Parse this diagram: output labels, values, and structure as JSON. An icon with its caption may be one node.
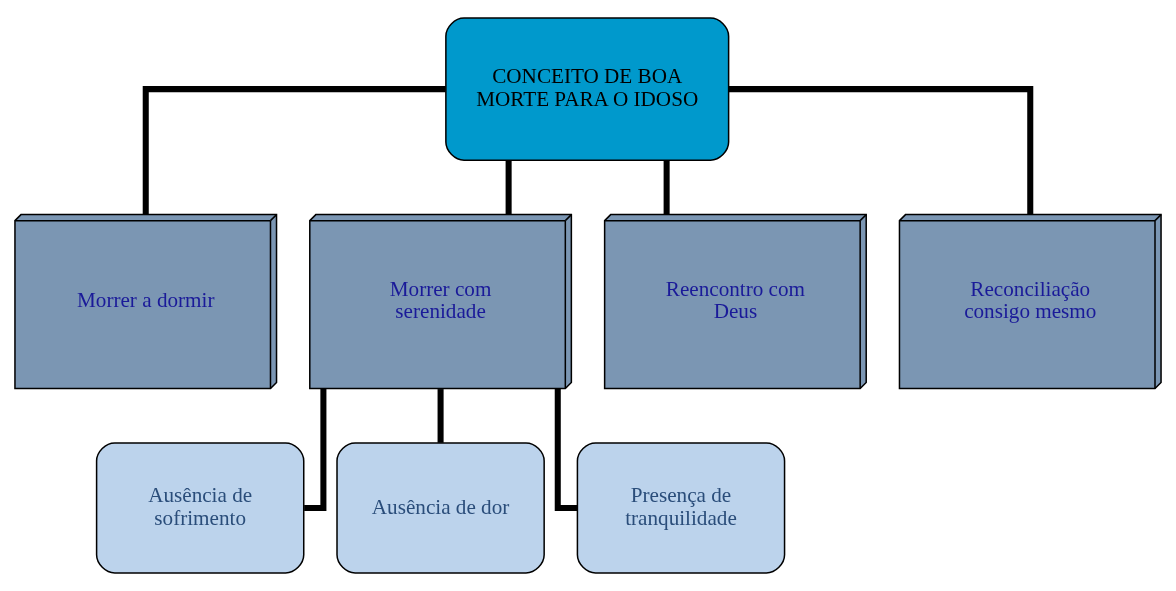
{
  "diagram": {
    "nodes": [
      {
        "text": [
          "CONCEITO DE BOA MORTE PARA O IDOSO"
        ]
      },
      {
        "text": [
          "Morrer a dormir"
        ]
      },
      {
        "text": [
          "Morrer com serenidade"
        ]
      },
      {
        "text": [
          "Reencontro com Deus"
        ]
      },
      {
        "text": [
          "Reconciliação consigo mesmo"
        ]
      },
      {
        "text": [
          "Ausência de sofrimento"
        ]
      },
      {
        "text": [
          "Ausência de dor"
        ]
      },
      {
        "text": [
          "Presença de tranquilidade"
        ]
      }
    ],
    "edges": [
      {
        "from": 0,
        "to": 1,
        "arrow": "none"
      },
      {
        "from": 0,
        "to": 2,
        "arrow": "none"
      },
      {
        "from": 0,
        "to": 3,
        "arrow": "none"
      },
      {
        "from": 0,
        "to": 4,
        "arrow": "none"
      },
      {
        "from": 2,
        "to": 5,
        "arrow": "none"
      },
      {
        "from": 2,
        "to": 6,
        "arrow": "none"
      },
      {
        "from": 2,
        "to": 7,
        "arrow": "none"
      }
    ]
  }
}
